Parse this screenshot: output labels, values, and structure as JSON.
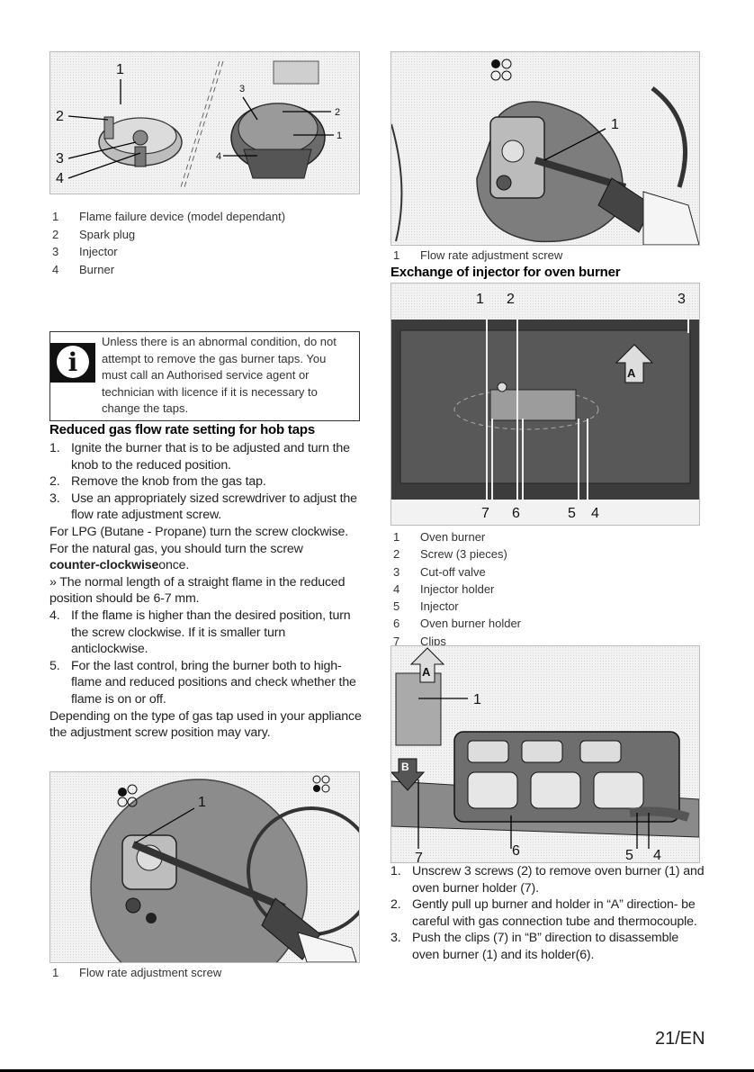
{
  "fig1": {
    "callouts": [
      "1",
      "2",
      "3",
      "4",
      "3",
      "2",
      "1",
      "4"
    ],
    "caption": [
      {
        "n": "1",
        "text": "Flame failure device (model dependant)"
      },
      {
        "n": "2",
        "text": "Spark plug"
      },
      {
        "n": "3",
        "text": "Injector"
      },
      {
        "n": "4",
        "text": "Burner"
      }
    ]
  },
  "info": {
    "icon": "info-icon",
    "text": "Unless there is an abnormal condition, do not attempt to remove the gas burner taps. You must call an Authorised service agent or technician with licence if it is necessary to change the taps."
  },
  "reduced": {
    "heading": "Reduced gas flow rate setting for hob taps",
    "steps": [
      {
        "n": "1.",
        "text": "Ignite the burner that is to be adjusted and turn the knob to the reduced position."
      },
      {
        "n": "2.",
        "text": "Remove the knob from the gas tap."
      },
      {
        "n": "3.",
        "text": "Use an appropriately sized screwdriver to adjust the flow rate adjustment screw."
      }
    ],
    "para1": "For LPG (Butane - Propane) turn the screw clockwise.",
    "para2a": "For the natural gas, you should turn the screw",
    "para2b": "counter-clockwise",
    "para2c": "once.",
    "para3": "» The normal length of a straight flame in the reduced position should be 6-7 mm.",
    "steps2": [
      {
        "n": "4.",
        "text": "If the flame is higher than the desired position, turn the screw clockwise. If it is smaller turn anticlockwise."
      },
      {
        "n": "5.",
        "text": "For the last control, bring the burner both to high-flame and reduced positions and check whether the flame is on or off."
      }
    ],
    "para4": "Depending on the type of gas tap used in your appliance the adjustment screw position may vary."
  },
  "fig2": {
    "callout": "1",
    "caption": {
      "n": "1",
      "text": "Flow rate adjustment screw"
    }
  },
  "fig3": {
    "callout": "1",
    "caption": {
      "n": "1",
      "text": "Flow rate adjustment screw"
    }
  },
  "exchange": {
    "heading": "Exchange of injector for oven burner",
    "fig_top_labels": [
      "1",
      "2",
      "3"
    ],
    "fig_bottom_labels": [
      "7",
      "6",
      "5",
      "4"
    ],
    "fig_marker": "A",
    "caption": [
      {
        "n": "1",
        "text": "Oven burner"
      },
      {
        "n": "2",
        "text": "Screw (3 pieces)"
      },
      {
        "n": "3",
        "text": "Cut-off valve"
      },
      {
        "n": "4",
        "text": "Injector holder"
      },
      {
        "n": "5",
        "text": "Injector"
      },
      {
        "n": "6",
        "text": "Oven burner holder"
      },
      {
        "n": "7",
        "text": "Clips"
      }
    ],
    "fig5_labels": [
      "1",
      "7",
      "6",
      "5",
      "4"
    ],
    "fig5_markers": [
      "A",
      "B"
    ],
    "steps": [
      {
        "n": "1.",
        "text": "Unscrew 3 screws (2) to remove oven burner (1) and oven burner holder (7)."
      },
      {
        "n": "2.",
        "text": "Gently pull up burner and holder in “A” direction- be careful with gas connection tube and thermocouple."
      },
      {
        "n": "3.",
        "text": "Push the clips (7) in “B” direction to disassemble oven burner (1) and its holder(6)."
      }
    ]
  },
  "footer": {
    "page": "21/EN"
  }
}
